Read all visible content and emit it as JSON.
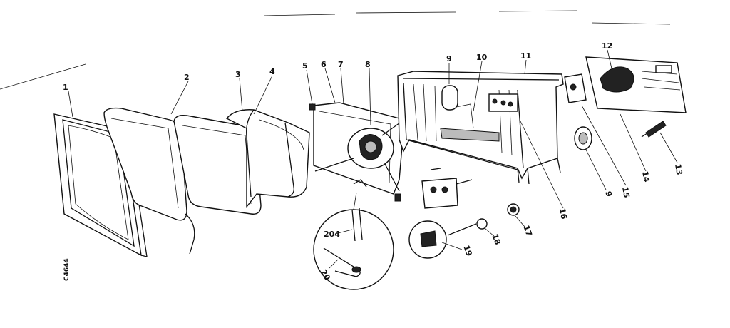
{
  "diagram": {
    "callouts": [
      "1",
      "2",
      "3",
      "4",
      "5",
      "6",
      "7",
      "8",
      "9",
      "10",
      "11",
      "12",
      "13",
      "14",
      "15",
      "9",
      "16",
      "17",
      "18",
      "19",
      "204",
      "20"
    ],
    "side_code": "C4644"
  }
}
